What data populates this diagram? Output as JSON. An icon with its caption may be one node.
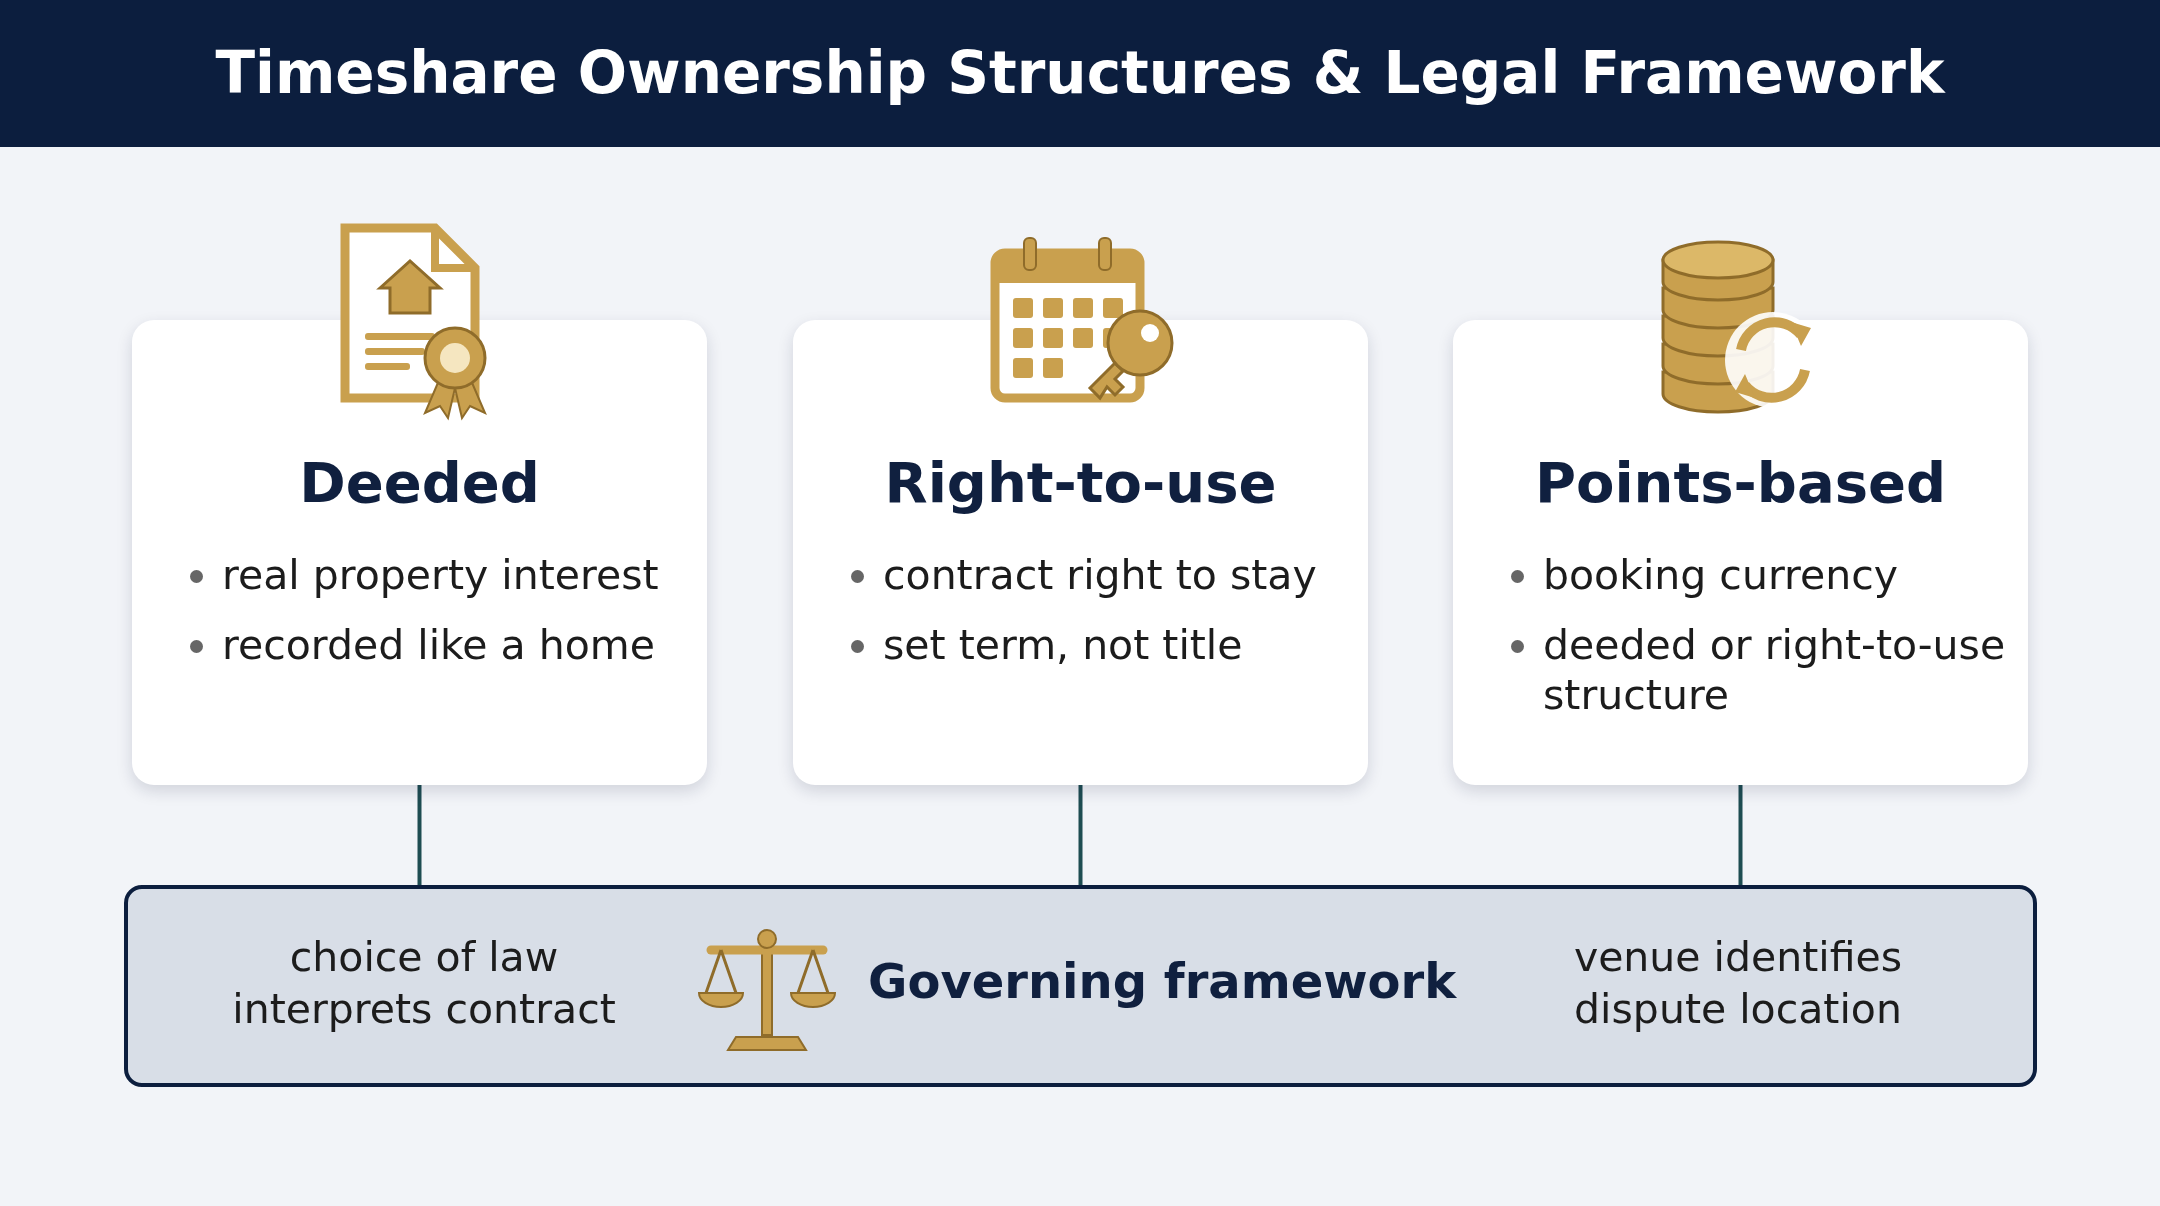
{
  "diagram": {
    "title": "Timeshare Ownership Structures & Legal Framework",
    "nodes": [
      {
        "text": [
          "Deeded",
          "real property interest",
          "recorded like a home"
        ]
      },
      {
        "text": [
          "Right-to-use",
          "contract right to stay",
          "set term, not title"
        ]
      },
      {
        "text": [
          "Points-based",
          "booking currency",
          "deeded or right-to-use structure"
        ]
      },
      {
        "text": [
          "choice of law interprets contract",
          "Governing framework",
          "venue identifies dispute location"
        ]
      }
    ],
    "edges": [
      {
        "from": 0,
        "to": 3,
        "arrow": "none"
      },
      {
        "from": 1,
        "to": 3,
        "arrow": "none"
      },
      {
        "from": 2,
        "to": 3,
        "arrow": "none"
      }
    ]
  }
}
